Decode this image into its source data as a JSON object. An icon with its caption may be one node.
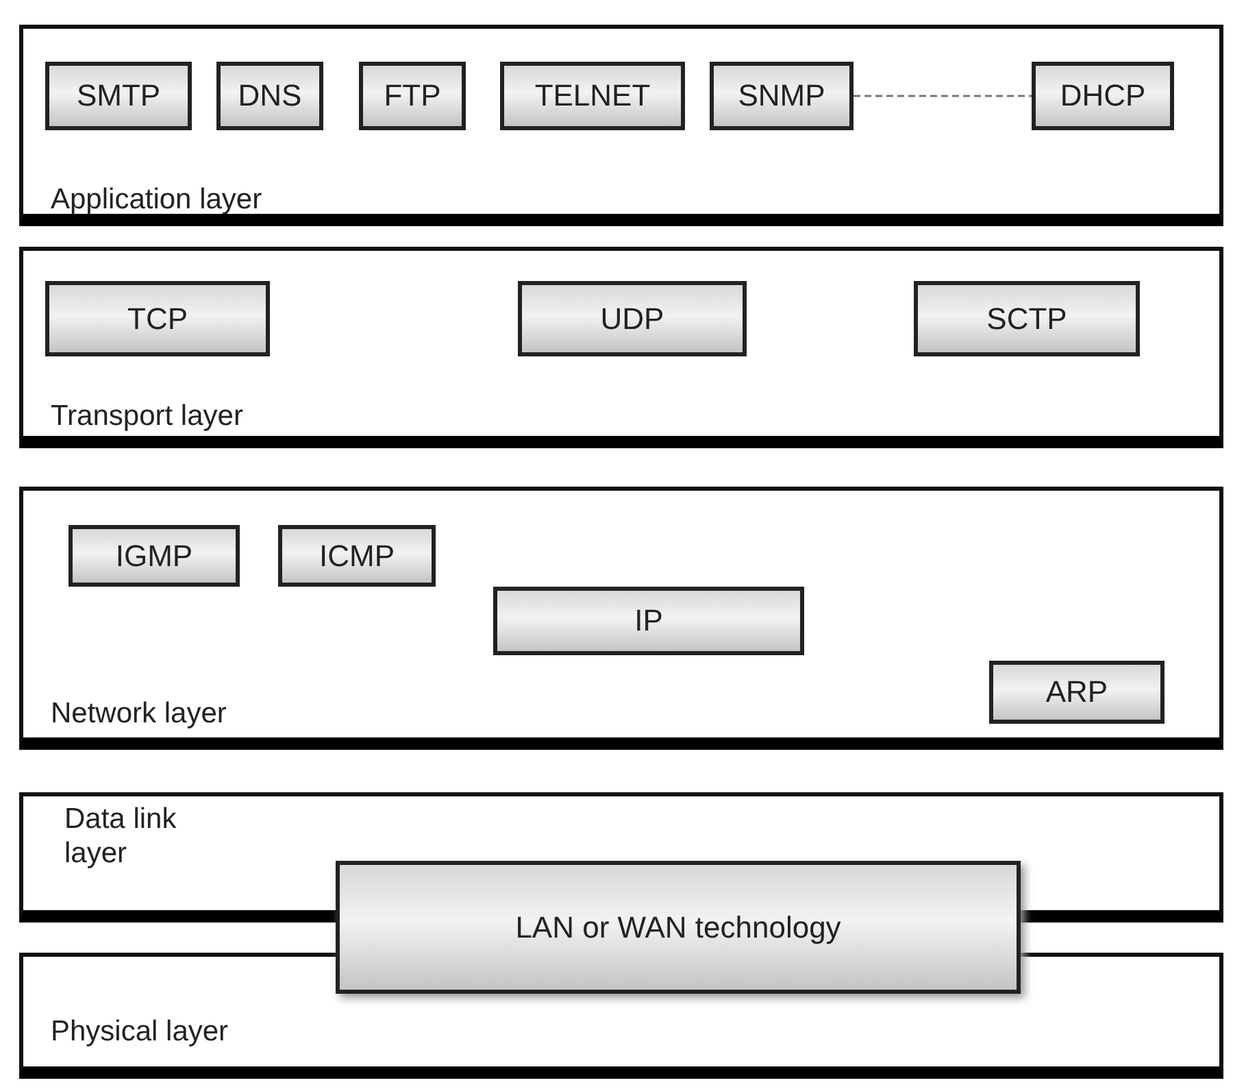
{
  "diagram": {
    "nodes": [
      {
        "text": [
          "Application layer"
        ]
      },
      {
        "text": [
          "SMTP"
        ],
        "in": 0
      },
      {
        "text": [
          "DNS"
        ],
        "in": 0
      },
      {
        "text": [
          "FTP"
        ],
        "in": 0
      },
      {
        "text": [
          "TELNET"
        ],
        "in": 0
      },
      {
        "text": [
          "SNMP"
        ],
        "in": 0
      },
      {
        "text": [
          "DHCP"
        ],
        "in": 0
      },
      {
        "text": [
          "Transport layer"
        ]
      },
      {
        "text": [
          "TCP"
        ],
        "in": 7
      },
      {
        "text": [
          "UDP"
        ],
        "in": 7
      },
      {
        "text": [
          "SCTP"
        ],
        "in": 7
      },
      {
        "text": [
          "Network layer"
        ]
      },
      {
        "text": [
          "IGMP"
        ],
        "in": 11
      },
      {
        "text": [
          "ICMP"
        ],
        "in": 11
      },
      {
        "text": [
          "IP"
        ],
        "in": 11
      },
      {
        "text": [
          "ARP"
        ],
        "in": 11
      },
      {
        "text": [
          "Data link layer"
        ]
      },
      {
        "text": [
          "Physical layer"
        ]
      },
      {
        "text": [
          "LAN or WAN technology"
        ]
      }
    ],
    "edges": [
      {
        "from": 5,
        "to": 6,
        "arrow": "none",
        "style": "dashed"
      }
    ]
  }
}
